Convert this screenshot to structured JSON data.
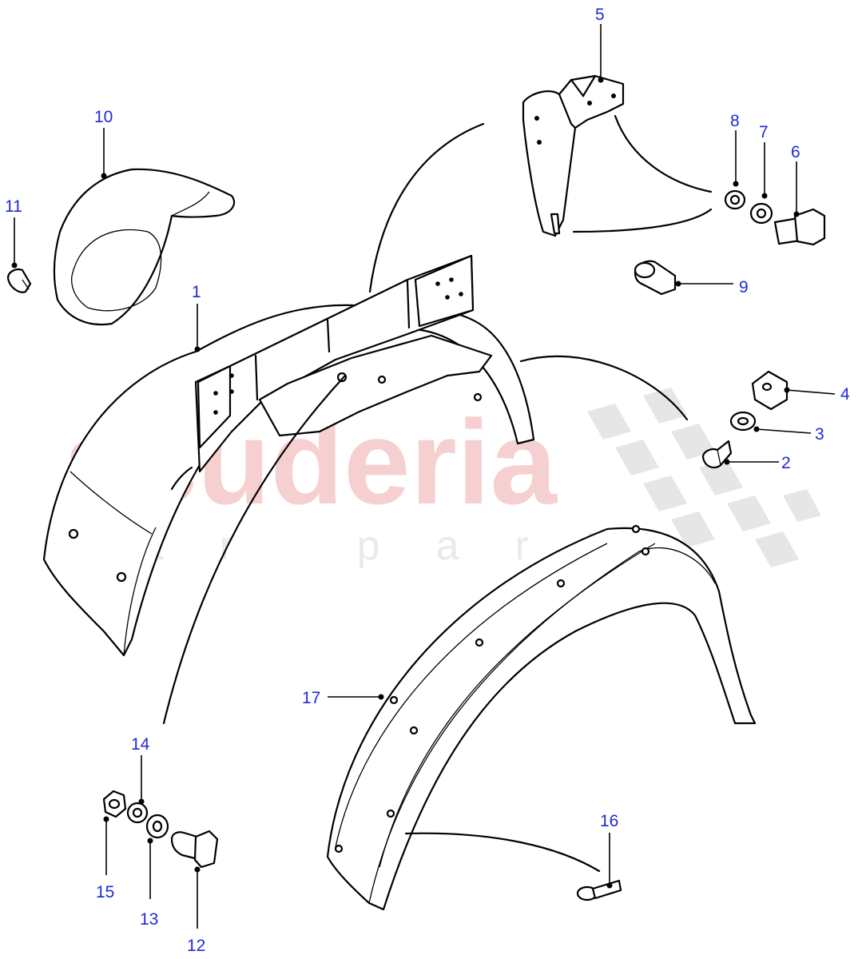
{
  "watermark": {
    "brand": "scuderia",
    "tagline": "car parts",
    "brand_color": "#f6d0d0"
  },
  "callout_color": "#1f2ad6",
  "callouts": [
    {
      "id": "1",
      "label": "1"
    },
    {
      "id": "2",
      "label": "2"
    },
    {
      "id": "3",
      "label": "3"
    },
    {
      "id": "4",
      "label": "4"
    },
    {
      "id": "5",
      "label": "5"
    },
    {
      "id": "6",
      "label": "6"
    },
    {
      "id": "7",
      "label": "7"
    },
    {
      "id": "8",
      "label": "8"
    },
    {
      "id": "9",
      "label": "9"
    },
    {
      "id": "10",
      "label": "10"
    },
    {
      "id": "11",
      "label": "11"
    },
    {
      "id": "12",
      "label": "12"
    },
    {
      "id": "13",
      "label": "13"
    },
    {
      "id": "14",
      "label": "14"
    },
    {
      "id": "15",
      "label": "15"
    },
    {
      "id": "16",
      "label": "16"
    },
    {
      "id": "17",
      "label": "17"
    }
  ]
}
